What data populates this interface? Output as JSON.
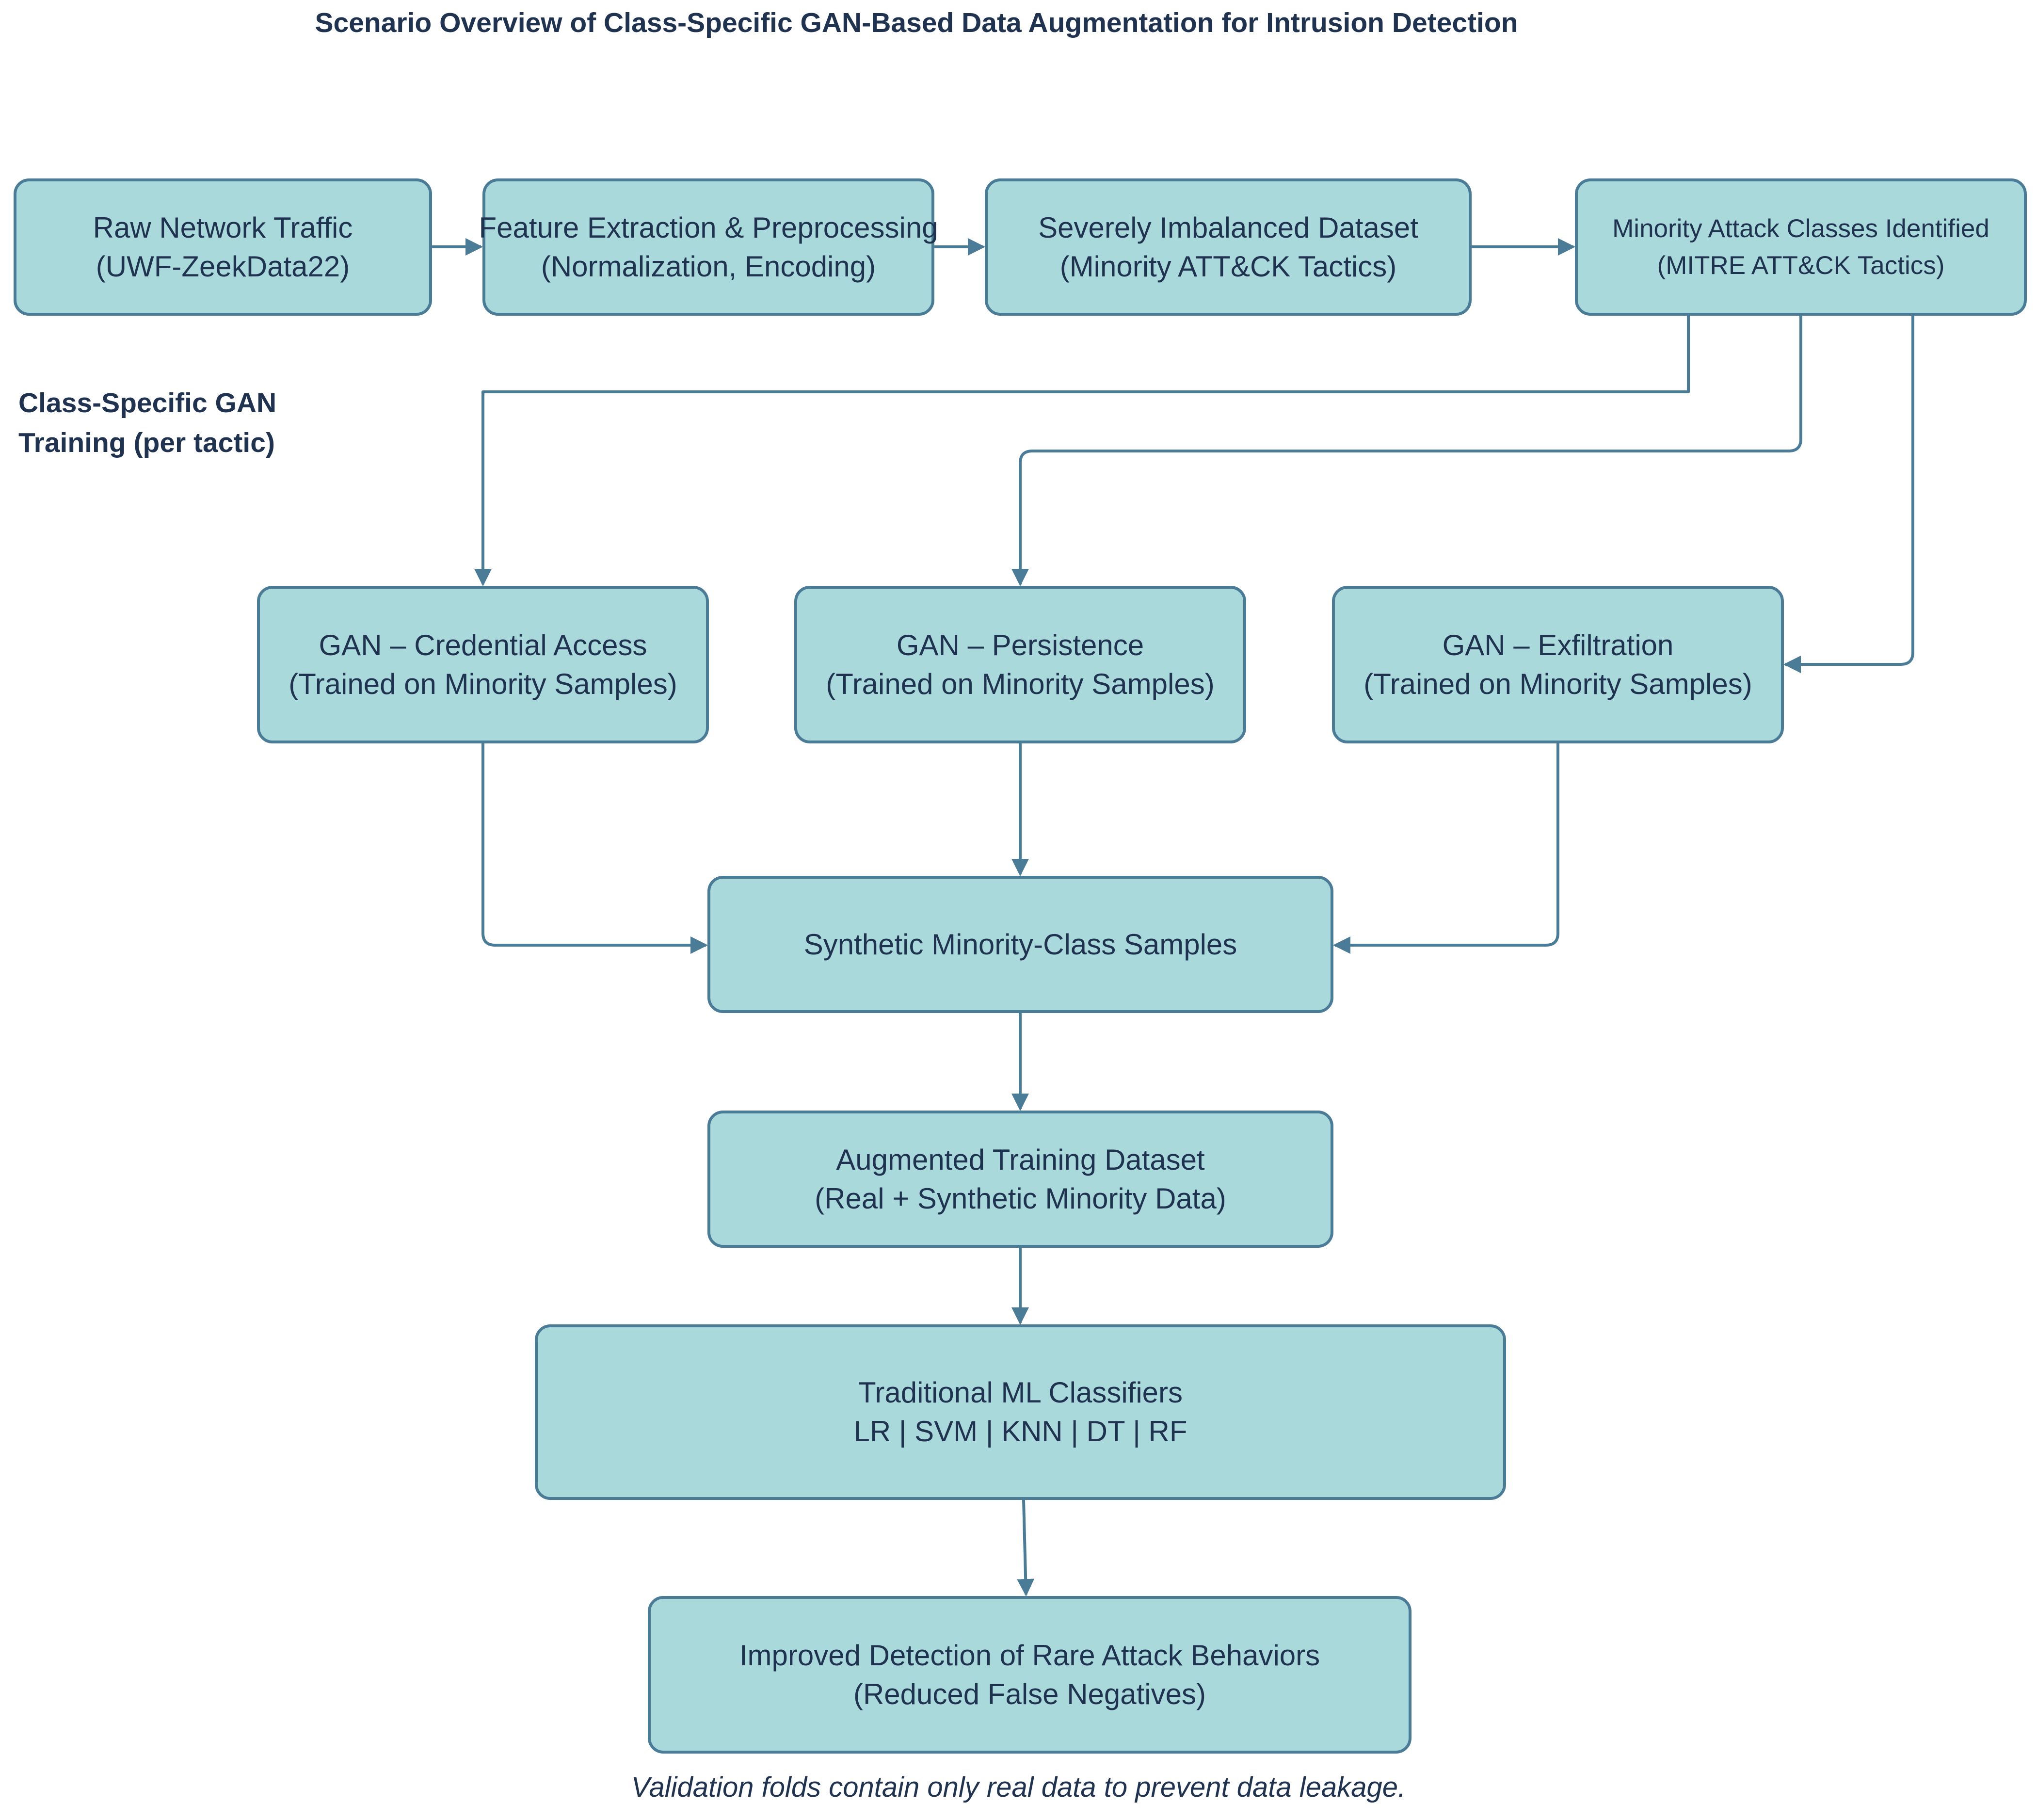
{
  "title": "Scenario Overview of Class-Specific GAN-Based Data Augmentation for Intrusion Detection",
  "side_label": {
    "line1": "Class-Specific GAN",
    "line2": "Training (per tactic)"
  },
  "nodes": {
    "raw_traffic": {
      "line1": "Raw Network Traffic",
      "line2": "(UWF-ZeekData22)"
    },
    "feature_extraction": {
      "line1": "Feature Extraction & Preprocessing",
      "line2": "(Normalization, Encoding)"
    },
    "imbalanced_dataset": {
      "line1": "Severely Imbalanced Dataset",
      "line2": "(Minority ATT&CK Tactics)"
    },
    "minority_classes": {
      "line1": "Minority Attack Classes Identified",
      "line2": "(MITRE ATT&CK Tactics)"
    },
    "gan_credential": {
      "line1": "GAN – Credential Access",
      "line2": "(Trained on Minority Samples)"
    },
    "gan_persistence": {
      "line1": "GAN – Persistence",
      "line2": "(Trained on Minority Samples)"
    },
    "gan_exfiltration": {
      "line1": "GAN – Exfiltration",
      "line2": "(Trained on Minority Samples)"
    },
    "synthetic_samples": {
      "line1": "Synthetic Minority-Class Samples"
    },
    "augmented_dataset": {
      "line1": "Augmented Training Dataset",
      "line2": "(Real + Synthetic Minority Data)"
    },
    "classifiers": {
      "line1": "Traditional ML Classifiers",
      "line2": "LR | SVM | KNN | DT | RF"
    },
    "improved_detection": {
      "line1": "Improved Detection of Rare Attack Behaviors",
      "line2": "(Reduced False Negatives)"
    }
  },
  "note": "Validation folds contain only real data to prevent data leakage.",
  "colors": {
    "node_fill": "#a9d9da",
    "node_border": "#4a7c98",
    "connector": "#4a7c98",
    "text": "#1f3350"
  }
}
